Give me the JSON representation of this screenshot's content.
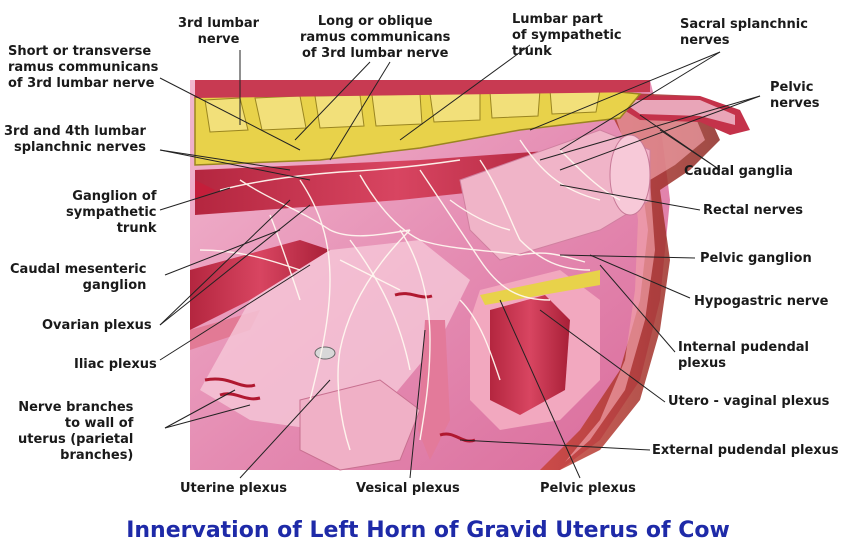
{
  "caption": "Innervation of Left Horn of Gravid Uterus of Cow",
  "labels": {
    "third_lumbar_nerve": "3rd lumbar\nnerve",
    "long_ramus": "Long or oblique\nramus communicans\nof 3rd lumbar nerve",
    "lumbar_sympathetic": "Lumbar part\nof sympathetic\ntrunk",
    "sacral_splanchnic": "Sacral splanchnic\nnerves",
    "short_ramus": "Short or transverse\nramus communicans\nof 3rd lumbar nerve",
    "pelvic_nerves": "Pelvic\nnerves",
    "lumbar_splanchnic": "3rd and 4th lumbar\nsplanchnic nerves",
    "caudal_ganglia": "Caudal ganglia",
    "ganglion_sympathetic": "Ganglion of\nsympathetic\ntrunk",
    "rectal_nerves": "Rectal nerves",
    "caudal_mesenteric": "Caudal mesenteric\nganglion",
    "pelvic_ganglion": "Pelvic ganglion",
    "hypogastric": "Hypogastric nerve",
    "ovarian_plexus": "Ovarian plexus",
    "internal_pudendal": "Internal pudendal\nplexus",
    "iliac_plexus": "Iliac plexus",
    "utero_vaginal": "Utero - vaginal plexus",
    "nerve_branches": "Nerve branches\nto wall of\nuterus (parietal\nbranches)",
    "external_pudendal": "External pudendal plexus",
    "uterine_plexus": "Uterine plexus",
    "vesical_plexus": "Vesical plexus",
    "pelvic_plexus": "Pelvic plexus"
  },
  "colors": {
    "tissue_pink": "#e9a0c0",
    "muscle_red": "#c8324e",
    "bone_yellow": "#e8d24a",
    "nerve_white": "#fff8f0",
    "caption_blue": "#1e2aa8"
  }
}
